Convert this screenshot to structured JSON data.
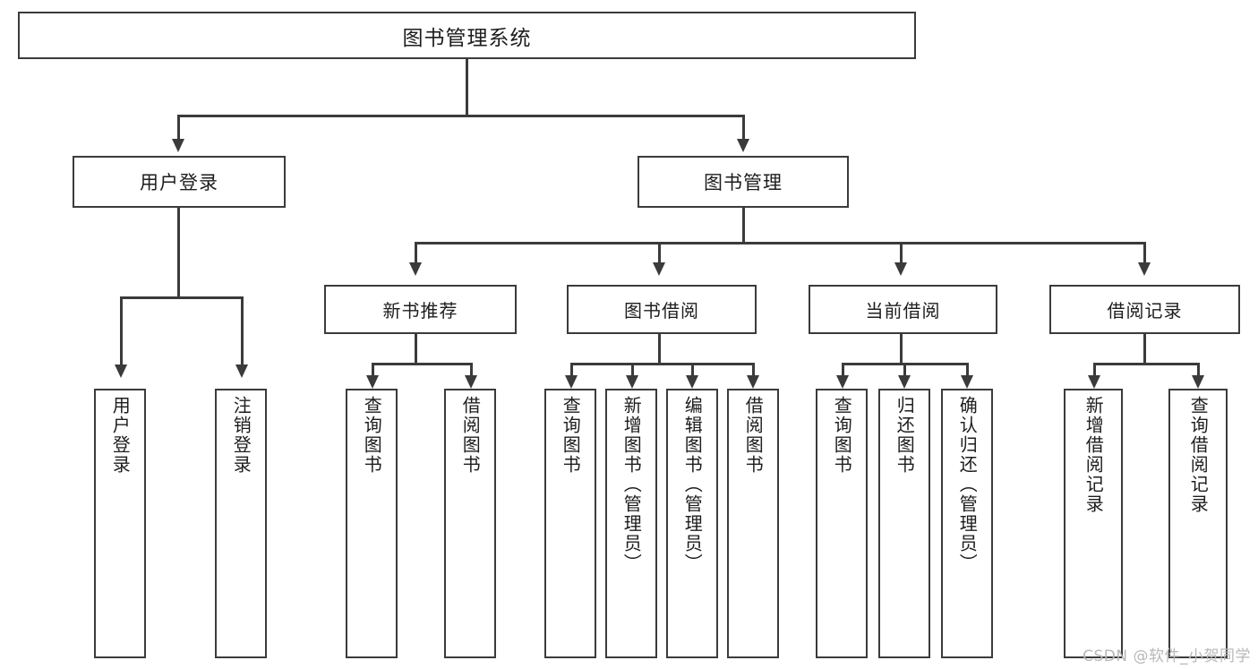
{
  "diagram": {
    "type": "tree-hierarchy",
    "title": "图书管理系统",
    "root": {
      "id": "root",
      "label": "图书管理系统"
    },
    "level1": [
      {
        "id": "user-login",
        "label": "用户登录"
      },
      {
        "id": "book-management",
        "label": "图书管理"
      }
    ],
    "level2": [
      {
        "id": "new-book-recommend",
        "label": "新书推荐",
        "parent": "book-management"
      },
      {
        "id": "book-borrow",
        "label": "图书借阅",
        "parent": "book-management"
      },
      {
        "id": "current-borrow",
        "label": "当前借阅",
        "parent": "book-management"
      },
      {
        "id": "borrow-record",
        "label": "借阅记录",
        "parent": "book-management"
      }
    ],
    "leaves": [
      {
        "id": "leaf-user-login",
        "label": "用户登录",
        "parent": "user-login"
      },
      {
        "id": "leaf-logout-login",
        "label": "注销登录",
        "parent": "user-login"
      },
      {
        "id": "leaf-query-book-1",
        "label": "查询图书",
        "parent": "new-book-recommend"
      },
      {
        "id": "leaf-borrow-book-1",
        "label": "借阅图书",
        "parent": "new-book-recommend"
      },
      {
        "id": "leaf-query-book-2",
        "label": "查询图书",
        "parent": "book-borrow"
      },
      {
        "id": "leaf-add-book",
        "label": "新增图书（管理员）",
        "parent": "book-borrow"
      },
      {
        "id": "leaf-edit-book",
        "label": "编辑图书（管理员）",
        "parent": "book-borrow"
      },
      {
        "id": "leaf-borrow-book-2",
        "label": "借阅图书",
        "parent": "book-borrow"
      },
      {
        "id": "leaf-query-book-3",
        "label": "查询图书",
        "parent": "current-borrow"
      },
      {
        "id": "leaf-return-book",
        "label": "归还图书",
        "parent": "current-borrow"
      },
      {
        "id": "leaf-confirm-return",
        "label": "确认归还（管理员）",
        "parent": "current-borrow"
      },
      {
        "id": "leaf-add-record",
        "label": "新增借阅记录",
        "parent": "borrow-record"
      },
      {
        "id": "leaf-query-record",
        "label": "查询借阅记录",
        "parent": "borrow-record"
      }
    ],
    "colors": {
      "border": "#3b3b3b",
      "background": "#ffffff",
      "text": "#1d1d1d",
      "watermark": "#b8b8b8"
    }
  },
  "watermark": {
    "text": "CSDN @软件_小贺同学"
  }
}
